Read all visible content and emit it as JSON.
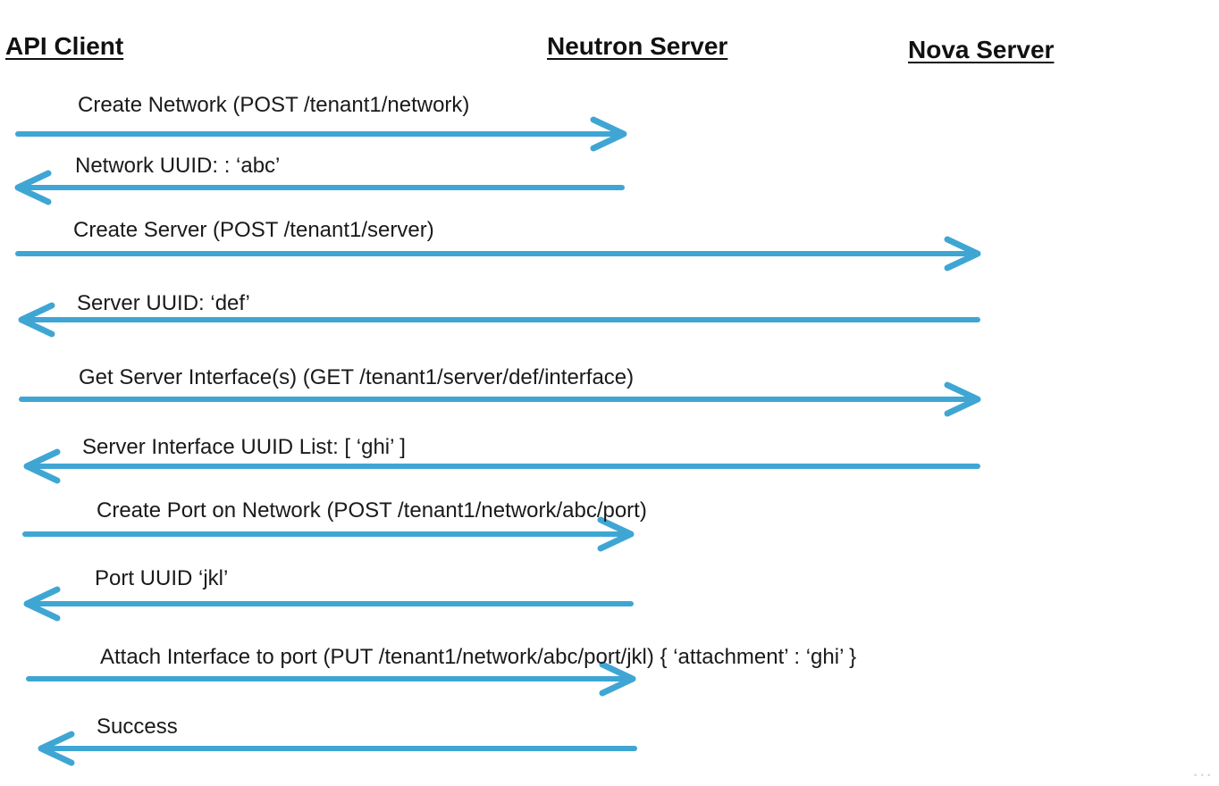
{
  "actors": {
    "api_client": "API Client",
    "neutron_server": "Neutron Server",
    "nova_server": "Nova Server"
  },
  "arrow_color": "#3fa6d4",
  "messages": [
    {
      "label": "Create Network (POST /tenant1/network)",
      "from": "api_client",
      "to": "neutron_server"
    },
    {
      "label": "Network UUID: : ‘abc’",
      "from": "neutron_server",
      "to": "api_client"
    },
    {
      "label": "Create Server (POST /tenant1/server)",
      "from": "api_client",
      "to": "nova_server"
    },
    {
      "label": "Server UUID: ‘def’",
      "from": "nova_server",
      "to": "api_client"
    },
    {
      "label": "Get Server Interface(s) (GET /tenant1/server/def/interface)",
      "from": "api_client",
      "to": "nova_server"
    },
    {
      "label": "Server Interface UUID List: [ ‘ghi’ ]",
      "from": "nova_server",
      "to": "api_client"
    },
    {
      "label": "Create Port on Network (POST /tenant1/network/abc/port)",
      "from": "api_client",
      "to": "neutron_server"
    },
    {
      "label": "Port UUID ‘jkl’",
      "from": "neutron_server",
      "to": "api_client"
    },
    {
      "label": "Attach Interface to port (PUT /tenant1/network/abc/port/jkl) { ‘attachment’ : ‘ghi’ }",
      "from": "api_client",
      "to": "neutron_server"
    },
    {
      "label": "Success",
      "from": "neutron_server",
      "to": "api_client"
    }
  ]
}
